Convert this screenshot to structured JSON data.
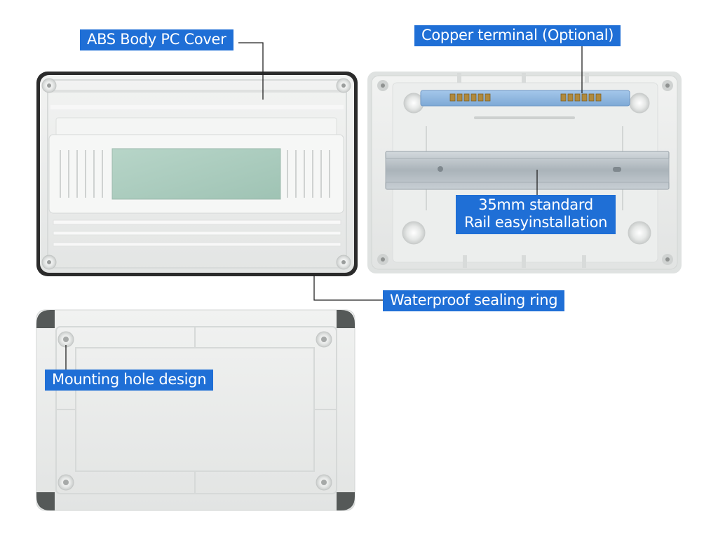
{
  "callouts": {
    "abs_body": "ABS Body PC Cover",
    "copper_terminal": "Copper terminal (Optional)",
    "rail_line1": "35mm standard",
    "rail_line2": "Rail easyinstallation",
    "sealing_ring": "Waterproof sealing ring",
    "mounting_hole": "Mounting hole design"
  },
  "colors": {
    "callout_bg": "#1f6fd6",
    "callout_text": "#ffffff",
    "leader_line": "#222222",
    "housing": "#e9ebea",
    "gasket": "#2b2b2b",
    "window": "#a9cbbd",
    "din_rail": "#b9c2c8",
    "terminal_bar": "#8db5df"
  }
}
